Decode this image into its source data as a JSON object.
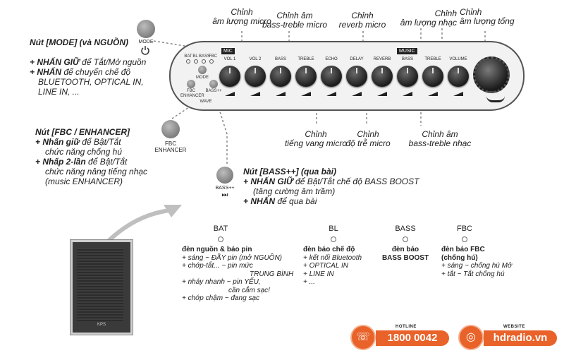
{
  "callouts": {
    "vol_micro": [
      "Chỉnh",
      "âm lượng micro"
    ],
    "bass_treble_micro": [
      "Chỉnh âm",
      "bass-treble micro"
    ],
    "reverb_micro": [
      "Chỉnh",
      "reverb micro"
    ],
    "vol_music": [
      "Chỉnh",
      "âm lượng nhạc"
    ],
    "vol_master": [
      "Chỉnh",
      "âm lượng tổng"
    ],
    "echo_micro": [
      "Chỉnh",
      "tiếng vang micro"
    ],
    "delay_micro": [
      "Chỉnh",
      "độ trễ micro"
    ],
    "bass_treble_music": [
      "Chỉnh âm",
      "bass-treble nhạc"
    ]
  },
  "panel": {
    "mic_tag": "MIC",
    "music_tag": "MUSIC",
    "knobs": [
      "VOL 1",
      "VOL 2",
      "BASS",
      "TREBLE",
      "ECHO",
      "DELAY",
      "REVERB",
      "BASS",
      "TREBLE",
      "VOLUME"
    ],
    "led_labels": [
      "BAT",
      "BL",
      "BASS",
      "FBC"
    ],
    "small_mode": "MODE",
    "small_fbc": "FBC ENHANCER",
    "small_bass": "BASS++",
    "small_wave": "WAVE"
  },
  "buttons": {
    "mode_label": "MODE",
    "fbc_label_1": "FBC",
    "fbc_label_2": "ENHANCER",
    "bass_label": "BASS++",
    "bass_glyph": "⏭"
  },
  "mode_note": {
    "title": "Nút [MODE] (và NGUỒN)",
    "line1_key": "+ NHẤN GIỮ",
    "line1_rest": " để Tắt/Mở nguồn",
    "line2_key": "+ NHẤN",
    "line2_rest": " để chuyển chế độ",
    "line3": "BLUETOOTH, OPTICAL IN,",
    "line4": "LINE IN, ..."
  },
  "fbc_note": {
    "title": "Nút [FBC / ENHANCER]",
    "line1_key": "+ Nhấn giữ",
    "line1_rest": " để Bật/Tắt",
    "line2": "chức năng chống hú",
    "line3_key": "+ Nhấp 2-lần",
    "line3_rest": " để Bật/Tắt",
    "line4": "chức năng nâng tiếng nhạc",
    "line5": "(music ENHANCER)"
  },
  "bass_note": {
    "title": "Nút [BASS++] (qua bài)",
    "line1_key": "+ NHẤN GIỮ",
    "line1_rest": " để Bật/Tắt chế độ BASS BOOST",
    "line2": "(tăng cường âm trầm)",
    "line3_key": "+ NHẤN",
    "line3_rest": " để qua bài"
  },
  "legend": {
    "bat": {
      "label": "BAT",
      "heading": "đèn nguồn & báo pin",
      "lines": [
        "+ sáng ~ ĐẦY pin (mở NGUỒN)",
        "+ chớp-tắt... ~ pin mức",
        "TRUNG BÌNH",
        "+ nháy nhanh ~ pin YẾU,",
        "cần cắm sạc!",
        "+ chớp chậm ~ đang sạc"
      ]
    },
    "bl": {
      "label": "BL",
      "heading": "đèn báo chế độ",
      "lines": [
        "+ kết nối Bluetooth",
        "+ OPTICAL IN",
        "+ LINE IN",
        "+ ..."
      ]
    },
    "bass": {
      "label": "BASS",
      "heading1": "đèn báo",
      "heading2": "BASS BOOST"
    },
    "fbc": {
      "label": "FBC",
      "heading1": "đèn báo FBC",
      "heading2": "(chống hú)",
      "lines": [
        "+ sáng ~ chống hú Mở",
        "+ tắt ~ Tắt chống hú"
      ]
    }
  },
  "speaker": {
    "logo": "KPS"
  },
  "footer": {
    "hotline_label": "HOTLINE",
    "hotline_number": "1800 0042",
    "website_label": "WEBSITE",
    "website_url": "hdradio.vn"
  },
  "colors": {
    "accent": "#e8622a",
    "panel": "#f2f2f2",
    "knob": "#2a2a2a"
  }
}
